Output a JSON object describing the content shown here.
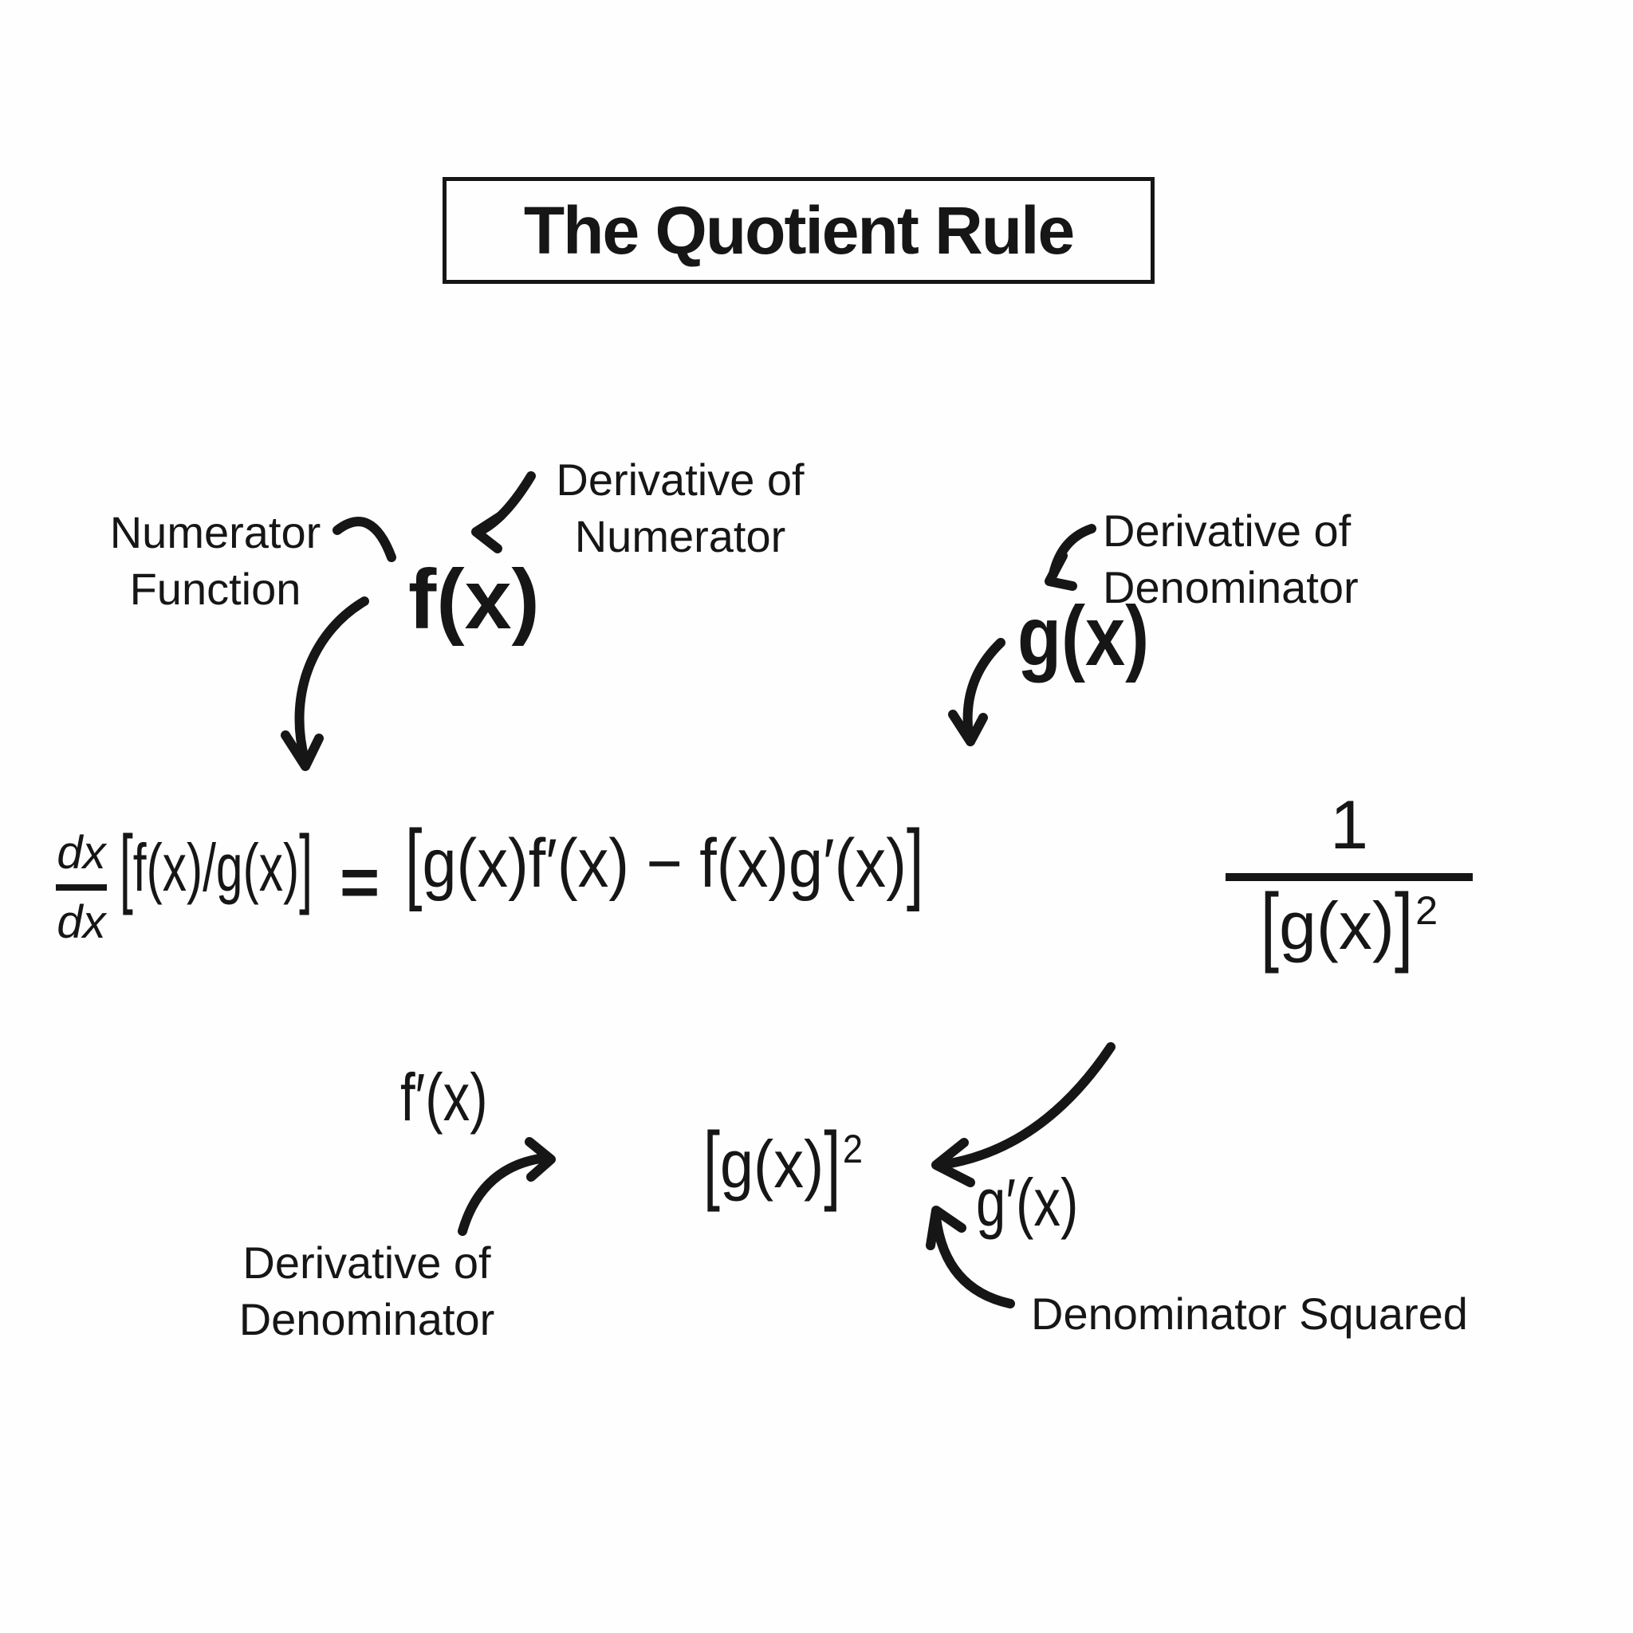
{
  "title": "The Quotient Rule",
  "colors": {
    "ink": "#161616",
    "background": "#fefefe"
  },
  "annotations": {
    "numerator_function": {
      "line1": "Numerator",
      "line2": "Function"
    },
    "derivative_of_numerator": {
      "line1": "Derivative of",
      "line2": "Numerator"
    },
    "derivative_of_denominator_top": {
      "line1": "Derivative of",
      "line2": "Denominator"
    },
    "derivative_of_denominator_bottom": {
      "line1": "Derivative of",
      "line2": "Denominator"
    },
    "denominator_squared": {
      "line1": "Denominator Squared"
    }
  },
  "symbols": {
    "numerator_fn": "f(x)",
    "denominator_fn": "g(x)",
    "derivative_numerator": "f′(x)",
    "derivative_denominator": "g′(x)",
    "denominator_squared": {
      "open": "[",
      "body": "g(x)",
      "close": "]",
      "exponent": "2"
    }
  },
  "equation": {
    "differential": {
      "numerator": "dx",
      "denominator": "dx"
    },
    "lhs": {
      "open": "[",
      "body": "f(x)/g(x)",
      "close": "]"
    },
    "equals": "=",
    "rhs_bracket": {
      "open": "[",
      "body": "g(x)f′(x) − f(x)g′(x)",
      "close": "]"
    },
    "rhs_fraction": {
      "numerator": "1",
      "den_open": "[",
      "den_body": "g(x)",
      "den_close": "]",
      "exponent": "2"
    }
  },
  "arrows": [
    {
      "name": "numerator-function-connector"
    },
    {
      "name": "derivative-of-numerator-arrow"
    },
    {
      "name": "fx-to-equation-arrow"
    },
    {
      "name": "derivative-of-denominator-arrow"
    },
    {
      "name": "gx-to-equation-arrow"
    },
    {
      "name": "fprime-to-denominator-squared-arrow"
    },
    {
      "name": "fraction-to-denominator-squared-arrow"
    },
    {
      "name": "denominator-squared-label-arrow"
    }
  ]
}
